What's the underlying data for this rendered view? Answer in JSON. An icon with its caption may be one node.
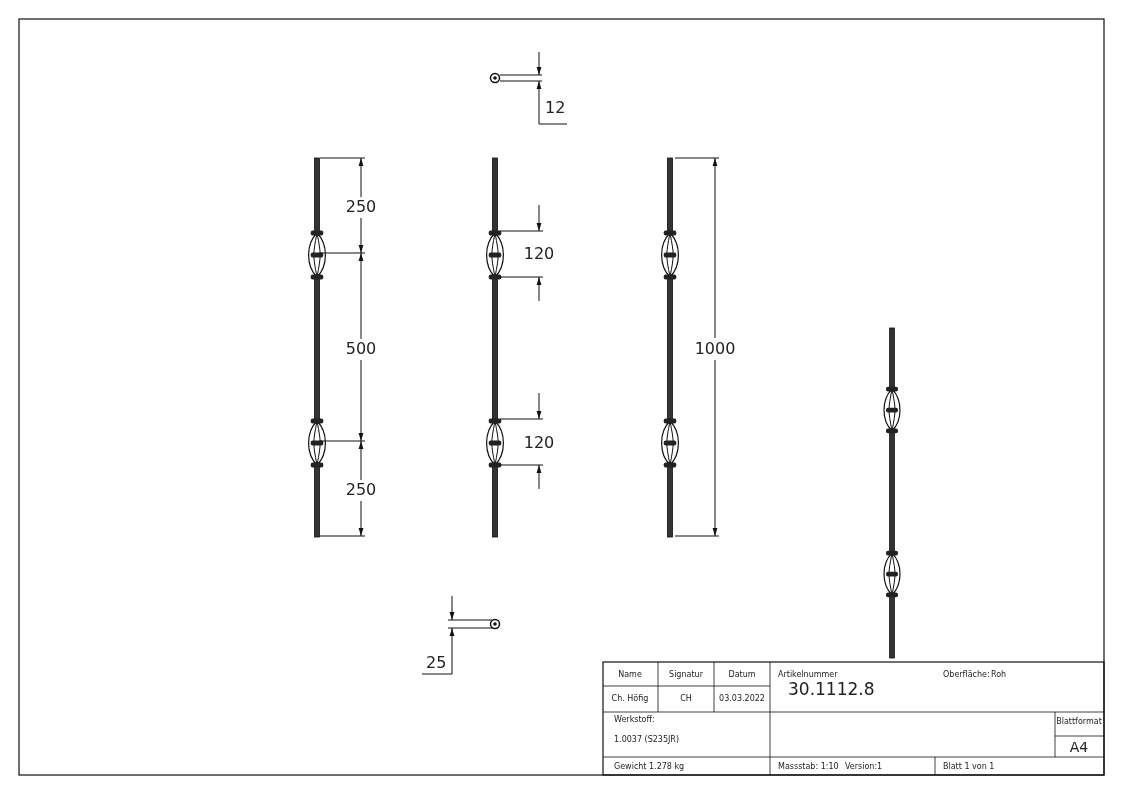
{
  "diagram": {
    "labels": [
      "12",
      "250",
      "120",
      "500",
      "1000",
      "120",
      "250",
      "25",
      "Name",
      "Signatur",
      "Datum",
      "Artikelnummer",
      "Oberfläche:",
      "Roh",
      "Ch. Höfig",
      "CH",
      "03.03.2022",
      "30.1112.8",
      "Werkstoff:",
      "Blattformat",
      "1.0037 (S235JR)",
      "A4",
      "Gewicht 1.278 kg",
      "Massstab: 1:10",
      "Version:1",
      "Blatt 1 von 1"
    ]
  }
}
